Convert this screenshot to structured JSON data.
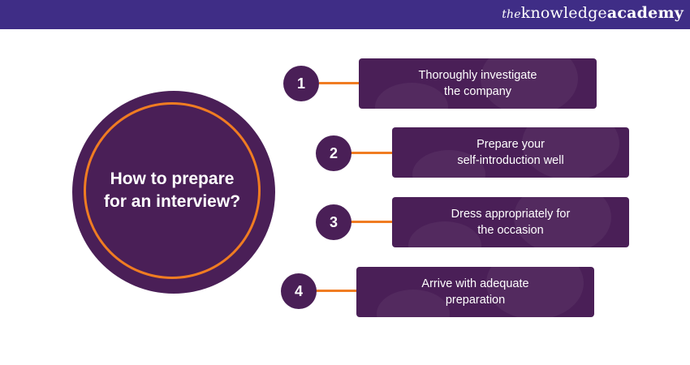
{
  "header": {
    "logo_prefix": "the",
    "logo_knowledge": "knowledge",
    "logo_academy": "academy"
  },
  "center": {
    "title": "How to prepare for an interview?"
  },
  "steps": [
    {
      "number": "1",
      "text_line1": "Thoroughly investigate",
      "text_line2": "the company"
    },
    {
      "number": "2",
      "text_line1": "Prepare your",
      "text_line2": "self-introduction well"
    },
    {
      "number": "3",
      "text_line1": "Dress appropriately for",
      "text_line2": "the occasion"
    },
    {
      "number": "4",
      "text_line1": "Arrive with adequate",
      "text_line2": "preparation"
    }
  ],
  "colors": {
    "header_bg": "#3f2d86",
    "primary": "#4a1f57",
    "accent": "#f07c22"
  }
}
